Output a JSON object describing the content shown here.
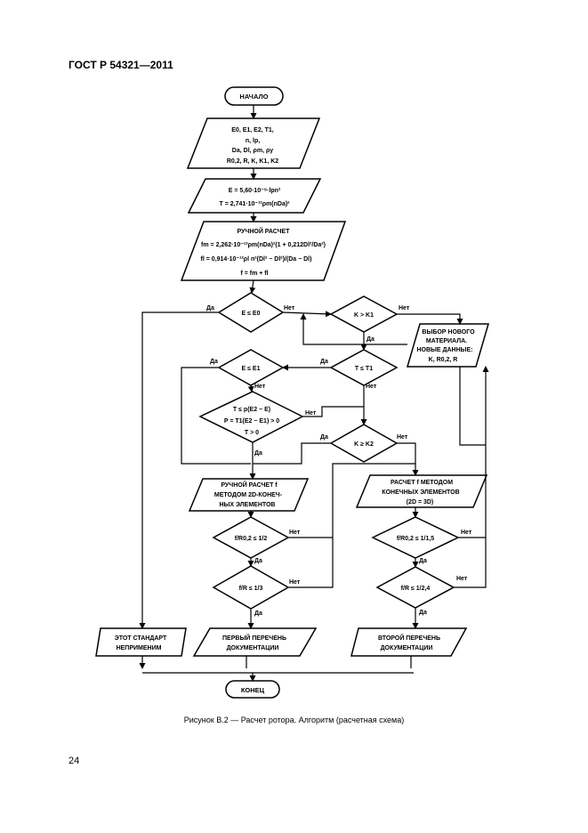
{
  "header": {
    "standard": "ГОСТ Р 54321—2011"
  },
  "caption": "Рисунок В.2 — Расчет ротора. Алгоритм (расчетная схема)",
  "page_number": "24",
  "flowchart": {
    "start": "НАЧАЛО",
    "end": "КОНЕЦ",
    "input": [
      "E0, E1, E2, T1,",
      "n, lp,",
      "Da, Dl, ρm, ρy",
      "R0,2, R, K, K1, K2"
    ],
    "calc1": [
      "E = 5,60·10⁻⁹·lpn²",
      "T = 2,741·10⁻¹²ρm(nDa)²"
    ],
    "manual_calc": [
      "РУЧНОЙ РАСЧЕТ",
      "fm = 2,262·10⁻¹²ρm(nDa)²(1 + 0,212Dl²/Da²)",
      "fl = 0,914·10⁻¹²ρl n²(Dl² − Dl²)/(Da − Dl)",
      "f = fm + fl"
    ],
    "dec_e0": "E ≤ E0",
    "dec_k_k1": "K > K1",
    "new_material": [
      "ВЫБОР НОВОГО",
      "МАТЕРИАЛА.",
      "НОВЫЕ ДАННЫЕ:",
      "K, R0,2, R"
    ],
    "dec_e1": "E ≤ E1",
    "dec_t1": "T ≤ T1",
    "dec_t_combo": [
      "T ≤ p(E2 − E)",
      "P = T1(E2 − E1) > 0",
      "T > 0"
    ],
    "dec_k_k2": "K ≥ K2",
    "manual_2d": [
      "РУЧНОЙ РАСЧЕТ f",
      "МЕТОДОМ 2D-КОНЕЧ-",
      "НЫХ ЭЛЕМЕНТОВ"
    ],
    "fem_calc": [
      "РАСЧЕТ f МЕТОДОМ",
      "КОНЕЧНЫХ ЭЛЕМЕНТОВ",
      "(2D = 3D)"
    ],
    "dec_fr02_left": "f/R0,2 ≤ 1/2",
    "dec_fr_left": "f/R ≤ 1/3",
    "dec_fr02_right": "f/R0,2 ≤ 1/1,5",
    "dec_fr_right": "f/R ≤ 1/2,4",
    "out_not_applicable": [
      "ЭТОТ СТАНДАРТ",
      "НЕПРИМЕНИМ"
    ],
    "out_first_list": [
      "ПЕРВЫЙ ПЕРЕЧЕНЬ",
      "ДОКУМЕНТАЦИИ"
    ],
    "out_second_list": [
      "ВТОРОЙ ПЕРЕЧЕНЬ",
      "ДОКУМЕНТАЦИИ"
    ],
    "yes": "Да",
    "no": "Нет"
  }
}
